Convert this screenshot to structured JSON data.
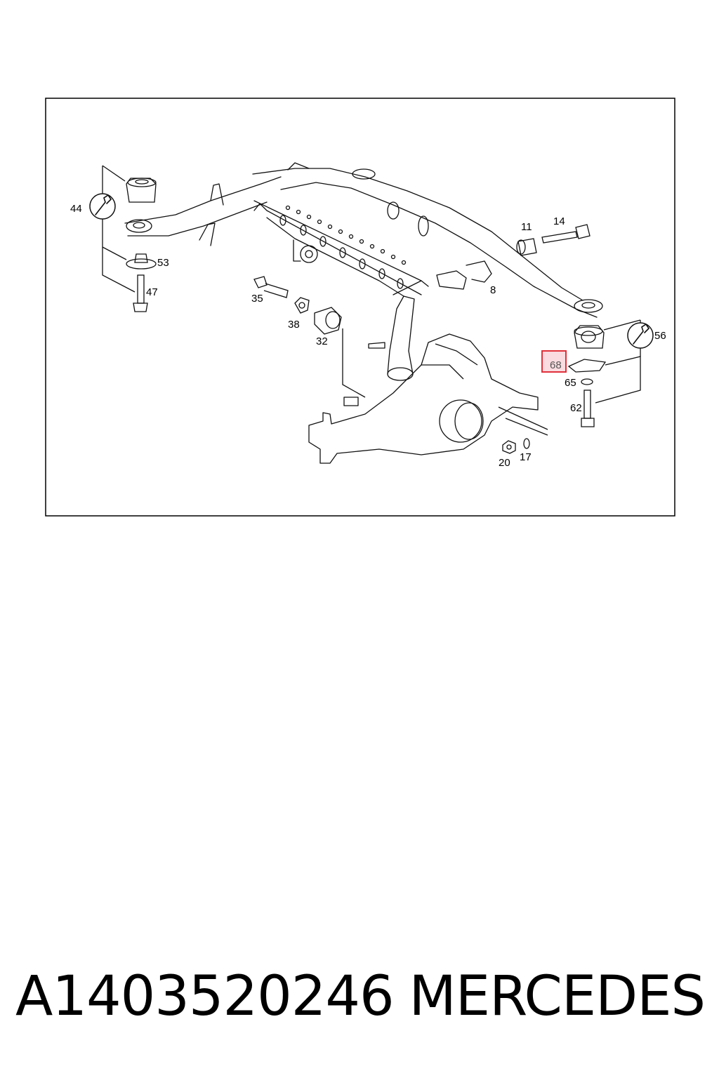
{
  "diagram": {
    "callouts": [
      {
        "id": "44",
        "label": "44"
      },
      {
        "id": "53",
        "label": "53"
      },
      {
        "id": "47",
        "label": "47"
      },
      {
        "id": "35",
        "label": "35"
      },
      {
        "id": "38",
        "label": "38"
      },
      {
        "id": "32",
        "label": "32"
      },
      {
        "id": "11",
        "label": "11"
      },
      {
        "id": "14",
        "label": "14"
      },
      {
        "id": "8",
        "label": "8"
      },
      {
        "id": "56",
        "label": "56"
      },
      {
        "id": "68",
        "label": "68",
        "highlighted": true
      },
      {
        "id": "65",
        "label": "65"
      },
      {
        "id": "62",
        "label": "62"
      },
      {
        "id": "20",
        "label": "20"
      },
      {
        "id": "17",
        "label": "17"
      }
    ],
    "highlight_color": "#e0303a",
    "highlight_fill": "#f9dbe0",
    "icons": [
      "wrench-icon",
      "wrench-icon"
    ]
  },
  "footer": {
    "part_number": "A1403520246",
    "brand": "MERCEDES"
  }
}
